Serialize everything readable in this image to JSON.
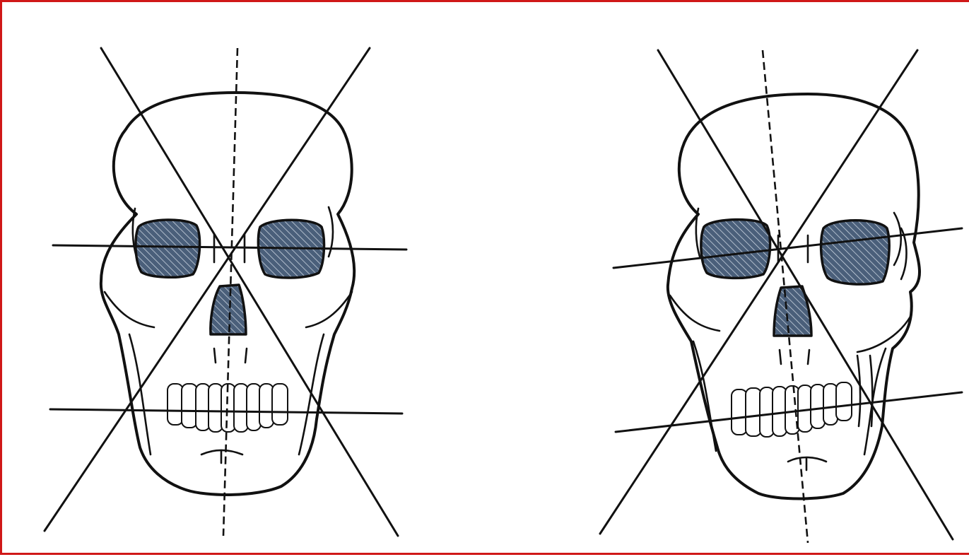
{
  "figure": {
    "frame_color": "#d01818",
    "hatch_color": "#4a5f7a",
    "line_color": "#111111",
    "panels": [
      {
        "name": "symmetric-skull",
        "icon": "skull-front-view-with-symmetry-guides"
      },
      {
        "name": "asymmetric-skull",
        "icon": "skull-front-view-with-tilted-guides"
      }
    ]
  }
}
